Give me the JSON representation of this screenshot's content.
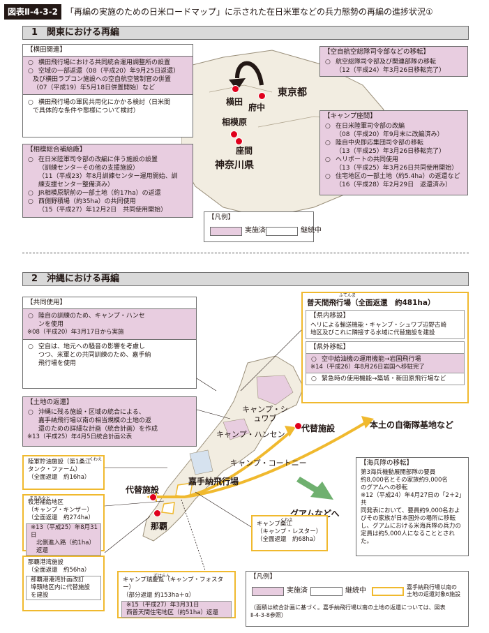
{
  "header": {
    "fig_number": "図表Ⅱ-4-3-2",
    "title": "「再編の実施のための日米ロードマップ」に示された在日米軍などの兵力態勢の再編の進捗状況①"
  },
  "kanto": {
    "section_title": "1　関東における再編",
    "yokota": {
      "title": "【横田関連】",
      "items": [
        {
          "mark": "○",
          "text": "横田飛行場における共同統合運用調整所の設置"
        },
        {
          "mark": "○",
          "text": "空域の一部返還（08（平成20）年9月25日返還）"
        },
        {
          "mark": "",
          "text": "及び横田ラプコン施設への空自航空管制官の併置"
        },
        {
          "mark": "",
          "text": "（07（平成19）年5月18日併置開始）など"
        }
      ],
      "items2": [
        {
          "mark": "○",
          "text": "横田飛行場の軍民共用化にかかる検討（日米間"
        },
        {
          "mark": "",
          "text": "で具体的な条件や態様について検討）"
        }
      ]
    },
    "sagami": {
      "title": "【相模総合補給廠】",
      "items": [
        {
          "mark": "○",
          "text": "在日米陸軍司令部の改編に伴う施設の設置"
        },
        {
          "mark": "",
          "text": "（訓練センターその他の支援施設）"
        },
        {
          "mark": "",
          "text": "（11（平成23）年8月訓練センター運用開始、訓"
        },
        {
          "mark": "",
          "text": "練支援センター整備済み）"
        },
        {
          "mark": "○",
          "text": "JR相模原駅前の一部土地（約17ha）の返還"
        },
        {
          "mark": "○",
          "text": "西側野積場（約35ha）の共同使用"
        },
        {
          "mark": "",
          "text": "（15（平成27）年12月2日　共同使用開始）"
        }
      ]
    },
    "asdf": {
      "title": "【空自航空総隊司令部などの移転】",
      "items": [
        {
          "mark": "○",
          "text": "航空総隊司令部及び関連部隊の移転"
        },
        {
          "mark": "",
          "text": "（12（平成24）年3月26日移転完了）"
        }
      ]
    },
    "zama": {
      "title": "【キャンプ座間】",
      "items": [
        {
          "mark": "○",
          "text": "在日米陸軍司令部の改編"
        },
        {
          "mark": "",
          "text": "（08（平成20）年9月末に改編済み）"
        },
        {
          "mark": "○",
          "text": "陸自中央即応集団司令部の移転"
        },
        {
          "mark": "",
          "text": "（13（平成25）年3月26日移転完了）"
        },
        {
          "mark": "○",
          "text": "ヘリポートの共同使用"
        },
        {
          "mark": "",
          "text": "（13（平成25）年3月26日共同使用開始）"
        },
        {
          "mark": "○",
          "text": "住宅地区の一部土地（約5.4ha）の返還など"
        },
        {
          "mark": "",
          "text": "（16（平成28）年2月29日　返還済み）"
        }
      ]
    },
    "map_labels": {
      "yokota": "横田",
      "fuchu": "府中",
      "tokyo": "東京都",
      "sagamihara": "相模原",
      "zama": "座間",
      "kanagawa": "神奈川県"
    },
    "legend": {
      "title": "【凡例】",
      "done": "実施済",
      "ongoing": "継続中"
    }
  },
  "okinawa": {
    "section_title": "2　沖縄における再編",
    "joint_use": {
      "title": "【共同使用】",
      "item1": [
        {
          "mark": "○",
          "text": "陸自の訓練のため、キャンプ・ハンセ"
        },
        {
          "mark": "",
          "text": "ンを使用"
        }
      ],
      "note1": "※08（平成20）年3月17日から実施",
      "item2": [
        {
          "mark": "○",
          "text": "空自は、地元への騒音の影響を考慮し"
        },
        {
          "mark": "",
          "text": "つつ、米軍との共同訓練のため、嘉手納"
        },
        {
          "mark": "",
          "text": "飛行場を使用"
        }
      ]
    },
    "land_return": {
      "title": "【土地の返還】",
      "items": [
        {
          "mark": "○",
          "text": "沖縄に残る施設・区域の統合による、"
        },
        {
          "mark": "",
          "text": "嘉手納飛行場以南の相当規模の土地の返"
        },
        {
          "mark": "",
          "text": "還のための詳細な計画（統合計画）を作成"
        }
      ],
      "note": "※13（平成25）年4月5日統合計画公表"
    },
    "futenma": {
      "title": "普天間飛行場（全面返還　約481ha）",
      "ruby": "ふてんま",
      "in_pref_title": "【県内移設】",
      "in_pref_lines": [
        "ヘリによる輸送機能・キャンプ・シュワブ辺野古崎",
        "地区及びこれに隣接する水域に代替施設を建設"
      ],
      "out_pref_title": "【県外移転】",
      "out_item1": {
        "mark": "○",
        "text": "空中給油機の運用機能→岩国飛行場"
      },
      "out_note": "※14（平成26）年8月26日岩国へ移駐完了",
      "out_item2": {
        "mark": "○",
        "text": "緊急時の使用機能→築城・新田原飛行場など"
      }
    },
    "marine": {
      "title": "【海兵隊の移転】",
      "lines": [
        "第3海兵機動展開部隊の要員",
        "約8,000名とその家族約9,000名",
        "のグアムへの移転"
      ],
      "note_lines": [
        "※12（平成24）年4月27日の「2＋2」共",
        "同発表において、要員約9,000名およ",
        "びその家族が日本国外の場所に移転",
        "し、グアムにおける米海兵隊の兵力の",
        "定員は約5,000人になることとされた。"
      ]
    },
    "facilities": {
      "rikugun": {
        "lines": [
          "陸軍貯油施設（第1桑江",
          "タンク・ファーム）",
          "（全面返還　約16ha）"
        ],
        "ruby": "くわえ"
      },
      "makiminato": {
        "lines": [
          "牧港補給地区",
          "（キャンプ・キンザー）",
          "（全面返還　約274ha）"
        ],
        "ruby": "まきみなと",
        "note_lines": [
          "※13（平成25）年8月31日",
          "北側進入路（約1ha）返還"
        ]
      },
      "naha_port": {
        "lines": [
          "那覇港湾施設",
          "（全面返還　約56ha）"
        ],
        "note_lines": [
          "那覇港港湾計画改訂",
          "埠頭地区内に代替施設",
          "を建設"
        ]
      },
      "zukeran": {
        "lines": [
          "キャンプ瑞慶覧（キャンプ・フォスター）",
          "（部分返還 約153ha＋α）"
        ],
        "ruby": "ずけらん",
        "note_lines": [
          "※15（平成27）年3月31日",
          "西普天間住宅地区（約51ha）返還"
        ]
      },
      "lester": {
        "lines": [
          "キャンプ桑江",
          "（キャンプ・レスター）",
          "（全面返還　約68ha）"
        ],
        "ruby": "くわえ"
      }
    },
    "map_labels": {
      "schwab": "キャンプ・シュワブ",
      "hansen": "キャンプ・ハンセン",
      "courtney": "キャンプ・コートニー",
      "kadena": "嘉手納飛行場",
      "naha": "那覇",
      "replacement1": "代替施設",
      "replacement2": "代替施設",
      "sdf_bases": "本土の自衛隊基地など",
      "guam": "グアムなどへ"
    },
    "legend": {
      "title": "【凡例】",
      "done": "実施済",
      "ongoing": "継続中",
      "south_lines": [
        "嘉手納飛行場以南の",
        "土地の返還対象6施設"
      ],
      "note_lines": [
        "（面積は統合計画に基づく。嘉手納飛行場以南の土地の返還については、図表",
        "Ⅱ-4-3-8参照）"
      ]
    }
  },
  "colors": {
    "done_fill": "#e8cde0",
    "yellow_frame": "#f0b92e",
    "map_land": "#f2ede1",
    "red_dot": "#e0001c",
    "guam_arrow": "#6fb06f"
  }
}
